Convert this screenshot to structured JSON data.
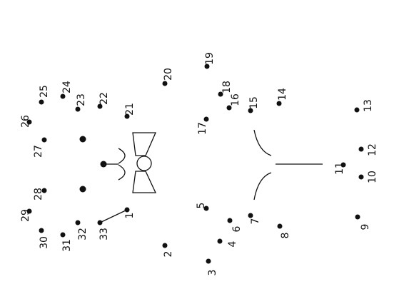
{
  "worksheet": {
    "type": "connect-the-dots",
    "ink_color": "#111111",
    "background_color": "#ffffff",
    "dot_labels": [
      "1",
      "2",
      "3",
      "4",
      "5",
      "6",
      "7",
      "8",
      "9",
      "10",
      "11",
      "12",
      "13",
      "14",
      "15",
      "16",
      "17",
      "18",
      "19",
      "20",
      "21",
      "22",
      "23",
      "24",
      "25",
      "26",
      "27",
      "28",
      "29",
      "30",
      "31",
      "32",
      "33"
    ]
  }
}
